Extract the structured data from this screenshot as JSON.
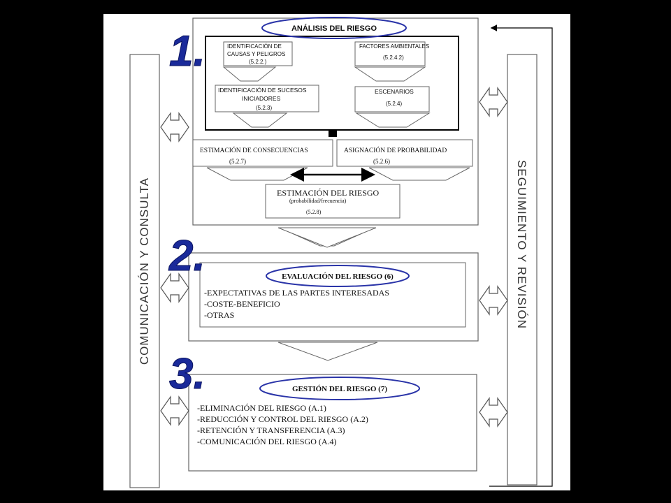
{
  "side_panels": {
    "left_label": "COMUNICACIÓN Y CONSULTA",
    "right_label": "SEGUIMIENTO Y REVISIÓN"
  },
  "section1": {
    "number": "1.",
    "title": "ANÁLISIS DEL RIESGO",
    "boxes": {
      "causes": {
        "line1": "IDENTIFICACIÓN DE",
        "line2": "CAUSAS Y PELIGROS",
        "ref": "(5.2.2.)"
      },
      "environmental": {
        "line1": "FACTORES AMBIENTALES",
        "ref": "(5.2.4.2)"
      },
      "initiating": {
        "line1": "IDENTIFICACIÓN DE SUCESOS",
        "line2": "INICIADORES",
        "ref": "(5.2.3)"
      },
      "scenarios": {
        "line1": "ESCENARIOS",
        "ref": "(5.2.4)"
      },
      "consequences": {
        "line1": "ESTIMACIÓN DE CONSECUENCIAS",
        "ref": "(5.2.7)"
      },
      "probability": {
        "line1": "ASIGNACIÓN DE PROBABILIDAD",
        "ref": "(5.2.6)"
      },
      "risk_estimation": {
        "line1": "ESTIMACIÓN DEL RIESGO",
        "line2": "(probabilidad/frecuencia)",
        "ref": "(5.2.8)"
      }
    }
  },
  "section2": {
    "number": "2.",
    "title": "EVALUACIÓN DEL RIESGO (6)",
    "items": [
      "-EXPECTATIVAS DE LAS PARTES INTERESADAS",
      "-COSTE-BENEFICIO",
      "-OTRAS"
    ]
  },
  "section3": {
    "number": "3.",
    "title": "GESTIÓN DEL RIESGO (7)",
    "items": [
      "-ELIMINACIÓN DEL RIESGO (A.1)",
      "-REDUCCIÓN Y CONTROL DEL RIESGO (A.2)",
      "-RETENCIÓN Y TRANSFERENCIA (A.3)",
      "-COMUNICACIÓN DEL RIESGO (A.4)"
    ]
  },
  "colors": {
    "number_fill": "#1a2a9a",
    "ellipse_stroke": "#2a34a8",
    "line": "#555555",
    "text": "#111111"
  }
}
